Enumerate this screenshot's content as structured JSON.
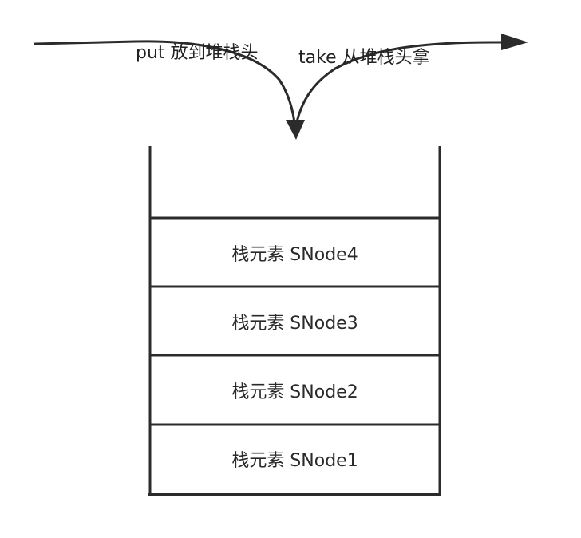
{
  "operations": {
    "put_label": "put 放到堆栈头",
    "take_label": "take 从堆栈头拿"
  },
  "stack": {
    "elements": [
      "栈元素 SNode4",
      "栈元素 SNode3",
      "栈元素 SNode2",
      "栈元素 SNode1"
    ]
  },
  "colors": {
    "line": "#2b2b2b",
    "text": "#2a2a2a",
    "background": "#ffffff"
  }
}
